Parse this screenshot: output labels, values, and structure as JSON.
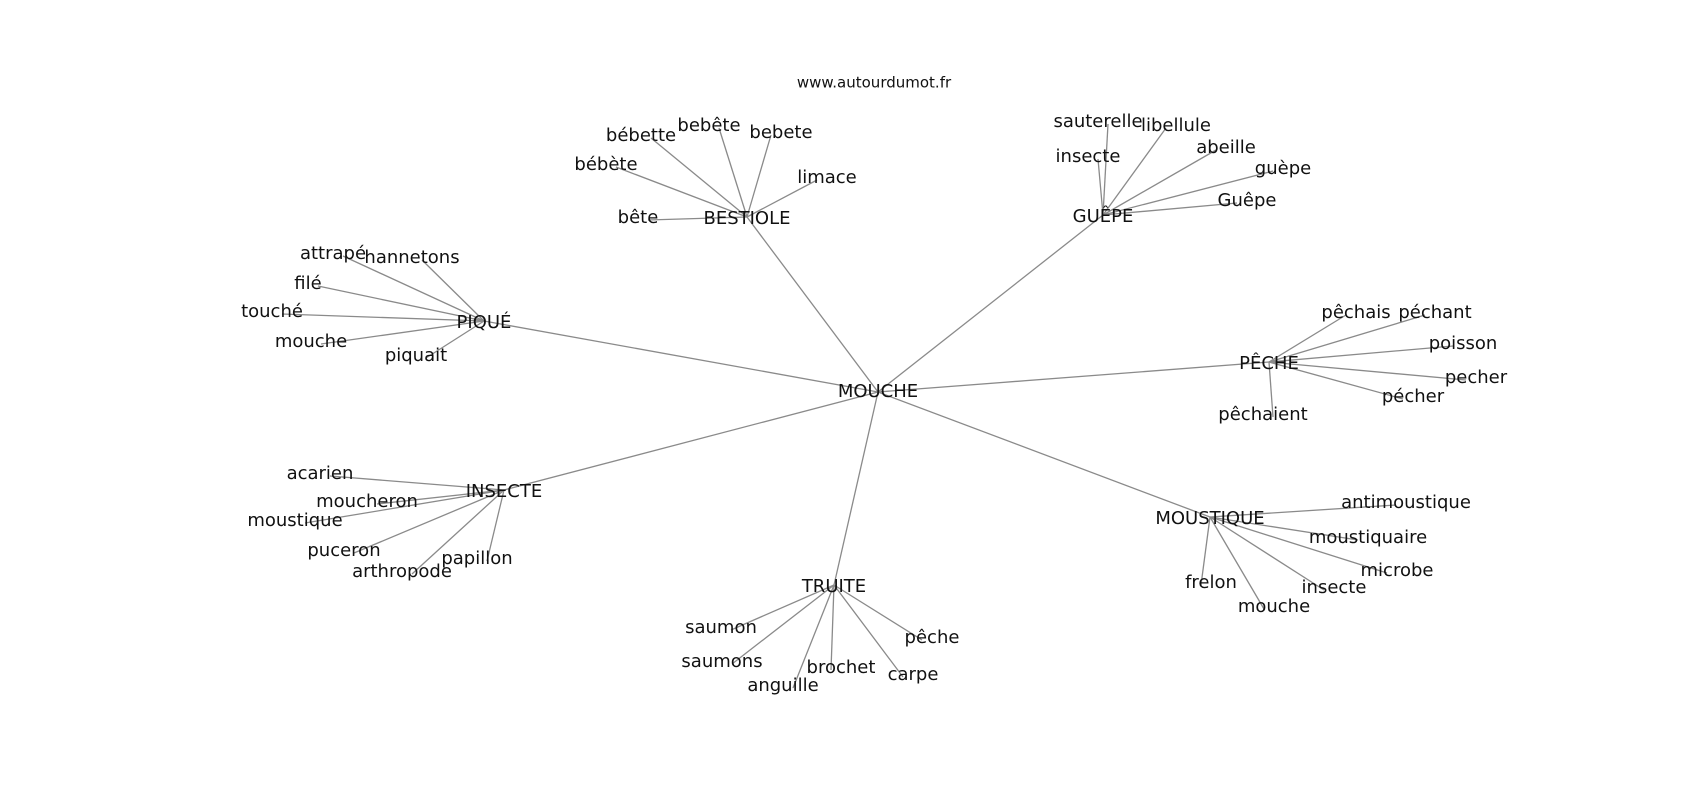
{
  "site": "www.autourdumot.fr",
  "center": "MOUCHE",
  "clusters": [
    {
      "hub": "BESTIOLE",
      "leaves": [
        "bébette",
        "bebête",
        "bebete",
        "bébète",
        "limace",
        "bête"
      ]
    },
    {
      "hub": "GUÊPE",
      "leaves": [
        "sauterelle",
        "libellule",
        "abeille",
        "insecte",
        "guèpe",
        "Guêpe"
      ]
    },
    {
      "hub": "PIQUÉ",
      "leaves": [
        "attrapé",
        "hannetons",
        "filé",
        "touché",
        "mouche",
        "piquait"
      ]
    },
    {
      "hub": "PÊCHE",
      "leaves": [
        "pêchais",
        "péchant",
        "poisson",
        "pecher",
        "pécher",
        "pêchaient"
      ]
    },
    {
      "hub": "INSECTE",
      "leaves": [
        "acarien",
        "moucheron",
        "moustique",
        "puceron",
        "arthropode",
        "papillon"
      ]
    },
    {
      "hub": "MOUSTIQUE",
      "leaves": [
        "antimoustique",
        "moustiquaire",
        "microbe",
        "insecte",
        "mouche",
        "frelon"
      ]
    },
    {
      "hub": "TRUITE",
      "leaves": [
        "saumon",
        "saumons",
        "anguille",
        "brochet",
        "carpe",
        "pêche"
      ]
    }
  ]
}
